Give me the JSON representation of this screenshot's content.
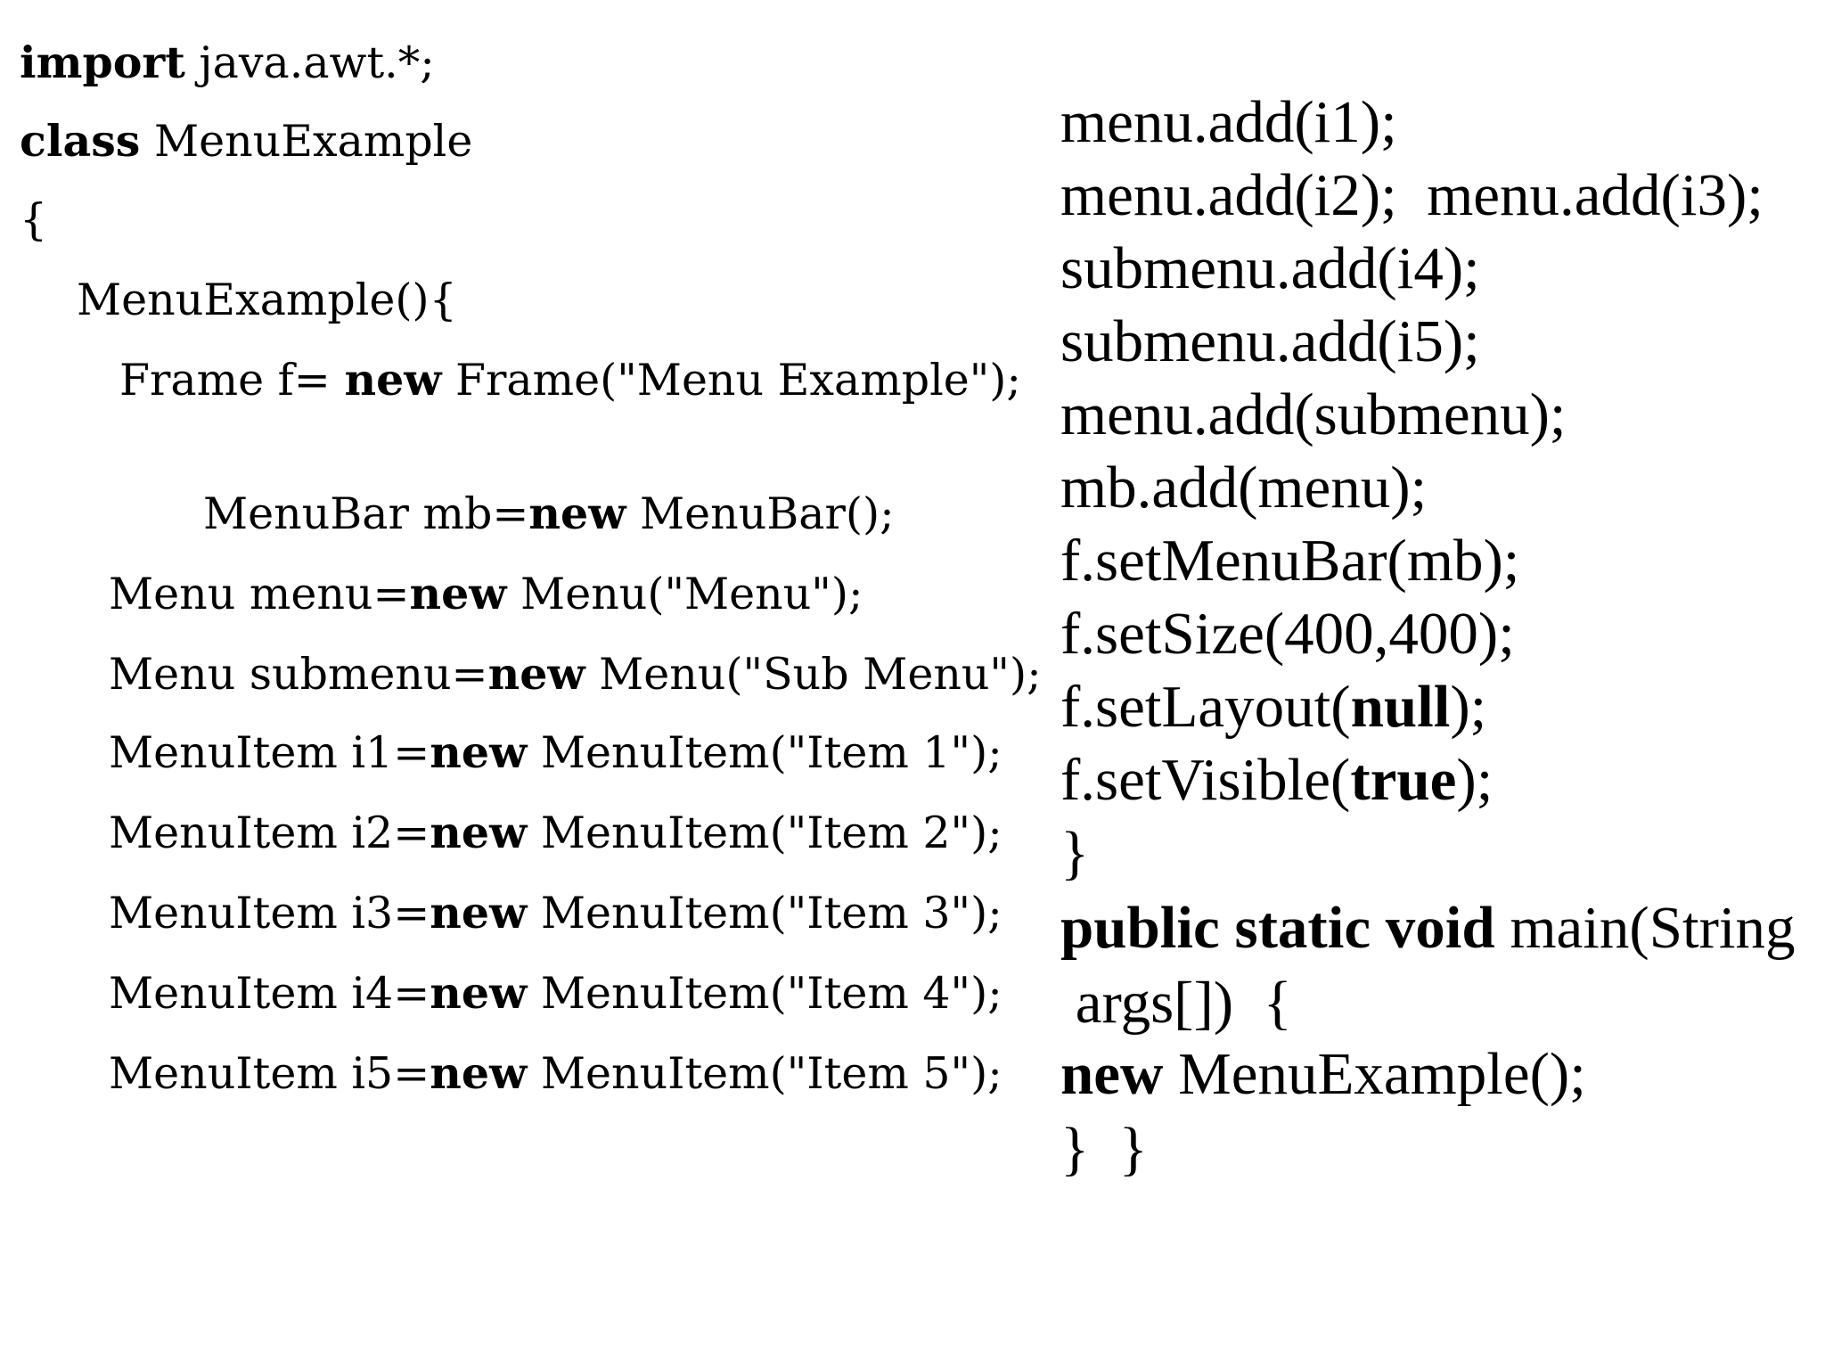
{
  "left_code": {
    "lines": [
      {
        "kw": "import",
        "text": " java.awt.*;"
      },
      {
        "kw": "class",
        "text": " MenuExample"
      },
      {
        "kw": "",
        "text": "{"
      },
      {
        "kw": "",
        "text": "MenuExample(){"
      },
      {
        "pre": "Frame f= ",
        "kw": "new",
        "text": " Frame(\"Menu Example\");"
      },
      {
        "pre": "MenuBar mb=",
        "kw": "new",
        "text": " MenuBar();"
      },
      {
        "pre": "Menu menu=",
        "kw": "new",
        "text": " Menu(\"Menu\");"
      },
      {
        "pre": "Menu submenu=",
        "kw": "new",
        "text": " Menu(\"Sub Menu\");"
      },
      {
        "pre": "MenuItem i1=",
        "kw": "new",
        "text": " MenuItem(\"Item 1\");"
      },
      {
        "pre": "MenuItem i2=",
        "kw": "new",
        "text": " MenuItem(\"Item 2\");"
      },
      {
        "pre": "MenuItem i3=",
        "kw": "new",
        "text": " MenuItem(\"Item 3\");"
      },
      {
        "pre": "MenuItem i4=",
        "kw": "new",
        "text": " MenuItem(\"Item 4\");"
      },
      {
        "pre": "MenuItem i5=",
        "kw": "new",
        "text": " MenuItem(\"Item 5\");"
      }
    ]
  },
  "right_code": {
    "lines": [
      {
        "pre": "menu.add(i1);"
      },
      {
        "pre": "menu.add(i2);  menu.add(i3);"
      },
      {
        "pre": "submenu.add(i4);"
      },
      {
        "pre": "submenu.add(i5);"
      },
      {
        "pre": "menu.add(submenu);"
      },
      {
        "pre": "mb.add(menu);"
      },
      {
        "pre": "f.setMenuBar(mb);"
      },
      {
        "pre": "f.setSize(400,400);"
      },
      {
        "pre": "f.setLayout(",
        "kw": "null",
        "text": ");"
      },
      {
        "pre": "f.setVisible(",
        "kw": "true",
        "text": ");"
      },
      {
        "pre": "}"
      },
      {
        "kw": "public static void",
        "text": " main(String"
      },
      {
        "pre": " args[])  {"
      },
      {
        "kw": "new",
        "text": " MenuExample();"
      },
      {
        "pre": "}  }"
      }
    ]
  }
}
